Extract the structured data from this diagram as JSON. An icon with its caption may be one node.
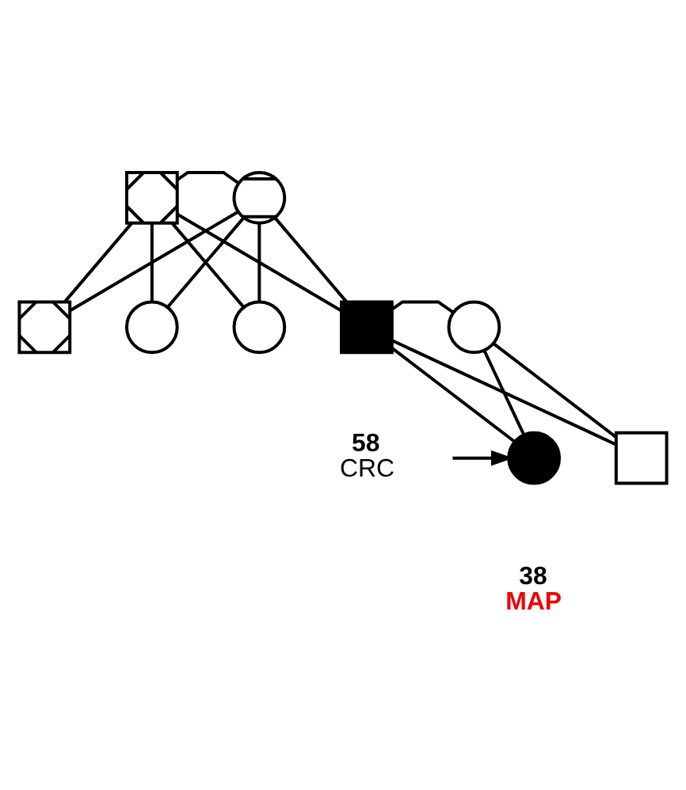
{
  "diagram": {
    "nodes": [
      {
        "text": [],
        "shape": "box"
      },
      {
        "text": [],
        "shape": "circle"
      },
      {
        "text": [],
        "shape": "box"
      },
      {
        "text": [],
        "shape": "circle"
      },
      {
        "text": [],
        "shape": "circle"
      },
      {
        "text": [],
        "shape": "box",
        "beside": [
          "58",
          "CRC"
        ]
      },
      {
        "text": [],
        "shape": "circle"
      },
      {
        "text": [],
        "shape": "circle",
        "beside": [
          "38",
          "MAP"
        ]
      },
      {
        "text": [],
        "shape": "box"
      }
    ],
    "edges": [
      {
        "from": 0,
        "to": 1,
        "arrow": "none"
      },
      {
        "from": 0,
        "to": 2,
        "arrow": "none"
      },
      {
        "from": 1,
        "to": 2,
        "arrow": "none"
      },
      {
        "from": 0,
        "to": 3,
        "arrow": "none"
      },
      {
        "from": 1,
        "to": 3,
        "arrow": "none"
      },
      {
        "from": 0,
        "to": 4,
        "arrow": "none"
      },
      {
        "from": 1,
        "to": 4,
        "arrow": "none"
      },
      {
        "from": 0,
        "to": 5,
        "arrow": "none"
      },
      {
        "from": 1,
        "to": 5,
        "arrow": "none"
      },
      {
        "from": 5,
        "to": 6,
        "arrow": "none"
      },
      {
        "from": 5,
        "to": 7,
        "arrow": "none"
      },
      {
        "from": 6,
        "to": 7,
        "arrow": "none"
      },
      {
        "from": 5,
        "to": 8,
        "arrow": "none"
      },
      {
        "from": 6,
        "to": 8,
        "arrow": "none"
      },
      {
        "from": null,
        "to": 7,
        "arrow": "to"
      }
    ]
  }
}
